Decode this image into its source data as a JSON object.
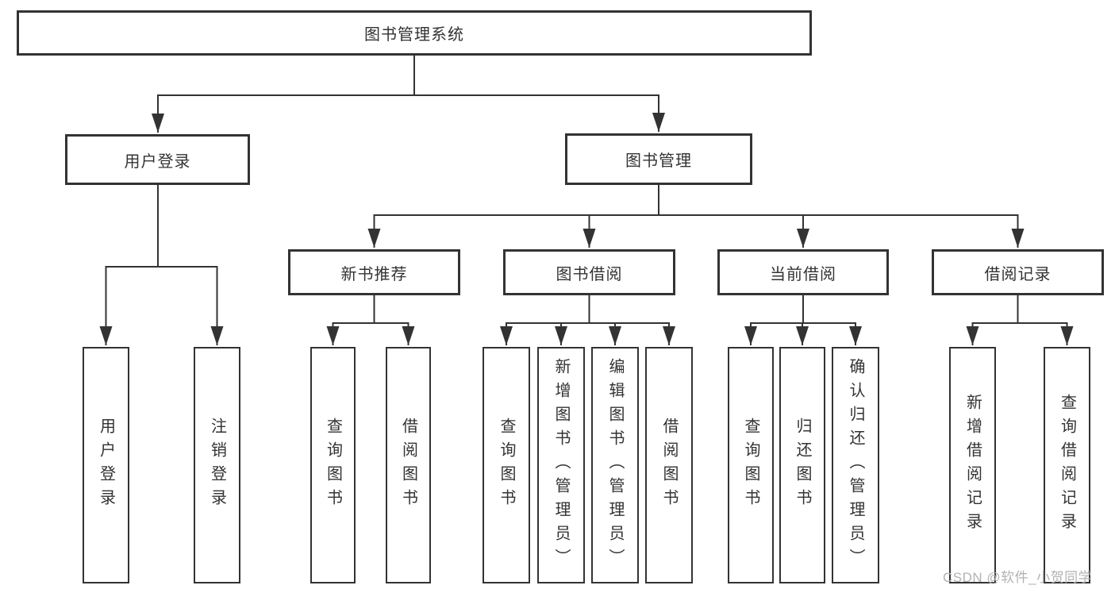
{
  "tree": {
    "label": "图书管理系统",
    "children": [
      {
        "label": "用户登录",
        "children": [
          {
            "label": "用户登录"
          },
          {
            "label": "注销登录"
          }
        ]
      },
      {
        "label": "图书管理",
        "children": [
          {
            "label": "新书推荐",
            "children": [
              {
                "label": "查询图书"
              },
              {
                "label": "借阅图书"
              }
            ]
          },
          {
            "label": "图书借阅",
            "children": [
              {
                "label": "查询图书"
              },
              {
                "label": "新增图书（管理员）"
              },
              {
                "label": "编辑图书（管理员）"
              },
              {
                "label": "借阅图书"
              }
            ]
          },
          {
            "label": "当前借阅",
            "children": [
              {
                "label": "查询图书"
              },
              {
                "label": "归还图书"
              },
              {
                "label": "确认归还（管理员）"
              }
            ]
          },
          {
            "label": "借阅记录",
            "children": [
              {
                "label": "新增借阅记录"
              },
              {
                "label": "查询借阅记录"
              }
            ]
          }
        ]
      }
    ]
  },
  "watermark": {
    "text": "CSDN @软件_小贺同学"
  },
  "colors": {
    "line": "#333333",
    "box_border": "#333333",
    "text": "#333333",
    "box_background": "#ffffff",
    "background": "#ffffff",
    "watermark": "#b2b2b2"
  }
}
